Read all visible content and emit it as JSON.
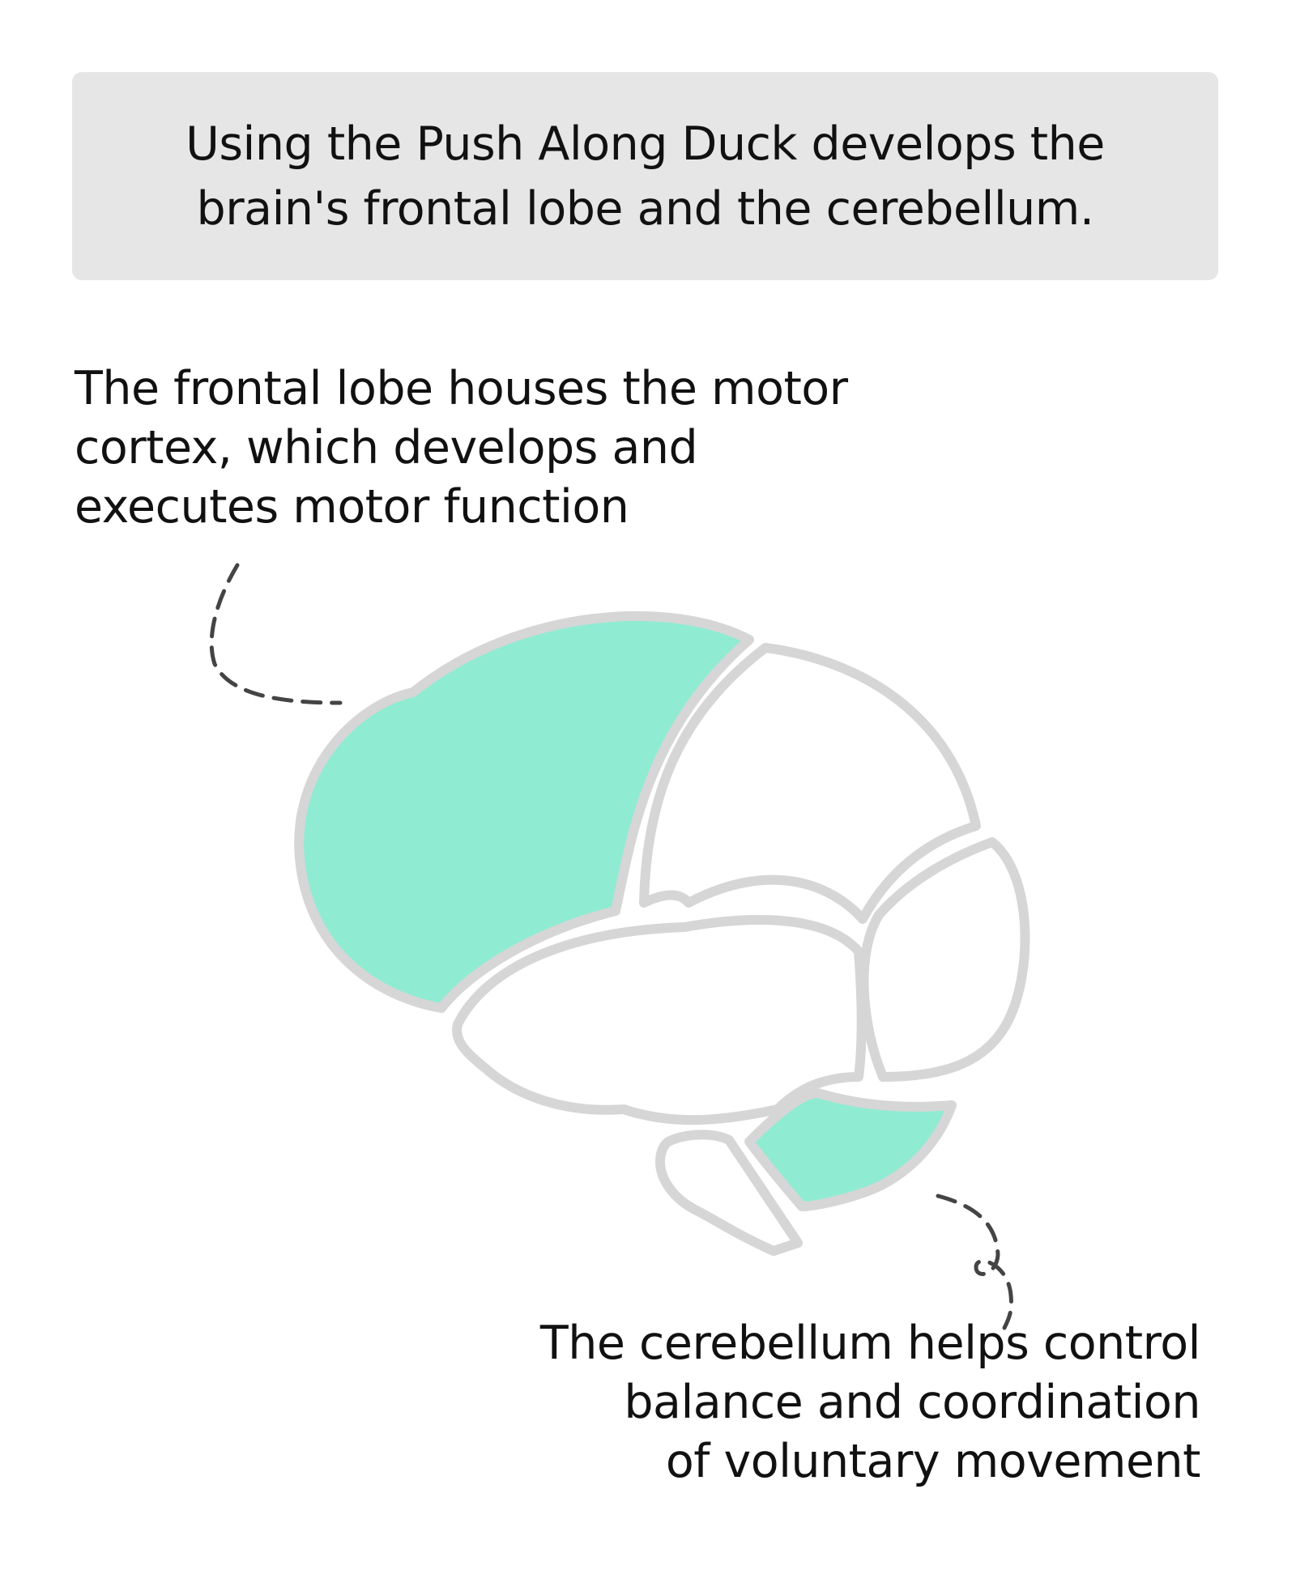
{
  "header": {
    "lines": [
      "Using the Push Along Duck develops the",
      "brain's frontal lobe and the cerebellum."
    ]
  },
  "frontal_lobe_caption": {
    "lines": [
      "The frontal lobe houses the motor",
      "cortex, which develops and",
      "executes motor function"
    ]
  },
  "cerebellum_caption": {
    "lines": [
      "The cerebellum helps control",
      "balance and coordination",
      "of voluntary movement"
    ]
  },
  "colors": {
    "highlight": "#90ebd3",
    "outline": "#d6d6d6",
    "header_background": "#e6e6e6",
    "leader_line": "#444444"
  }
}
